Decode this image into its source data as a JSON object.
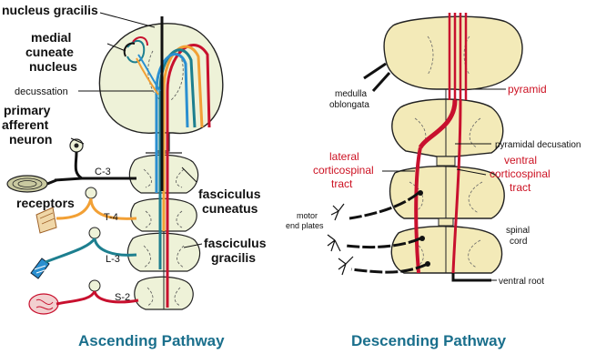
{
  "colors": {
    "cord_fill": "#f3eab8",
    "cord_edge": "#222222",
    "ascending_cord_fill": "#eef2d8",
    "red": "#c8102e",
    "orange": "#f2a035",
    "teal": "#1d7f8f",
    "blue": "#2a8fd0",
    "black": "#111111",
    "caption": "#1a6f8c"
  },
  "ascending": {
    "labels": {
      "nucleus_gracilis": "nucleus gracilis",
      "medial": "medial",
      "cuneate": "cuneate",
      "nucleus": "nucleus",
      "decussation": "decussation",
      "primary": "primary",
      "afferent": "afferent",
      "neuron": "neuron",
      "receptors": "receptors",
      "c3": "C-3",
      "t4": "T-4",
      "l3": "L-3",
      "s2": "S-2",
      "fasciculus_cuneatus_1": "fasciculus",
      "fasciculus_cuneatus_2": "cuneatus",
      "fasciculus_gracilis_1": "fasciculus",
      "fasciculus_gracilis_2": "gracilis"
    },
    "caption": "Ascending Pathway"
  },
  "descending": {
    "labels": {
      "medulla": "medulla",
      "oblongata": "oblongata",
      "pyramid": "pyramid",
      "pyramidal_decussation": "pyramidal decusation",
      "lateral": "lateral",
      "corticospinal_l": "corticospinal",
      "tract_l": "tract",
      "ventral": "ventral",
      "corticospinal_v": "corticospinal",
      "tract_v": "tract",
      "motor": "motor",
      "end_plates": "end plates",
      "spinal": "spinal",
      "cord": "cord",
      "ventral_root": "ventral root"
    },
    "caption": "Descending Pathway"
  }
}
